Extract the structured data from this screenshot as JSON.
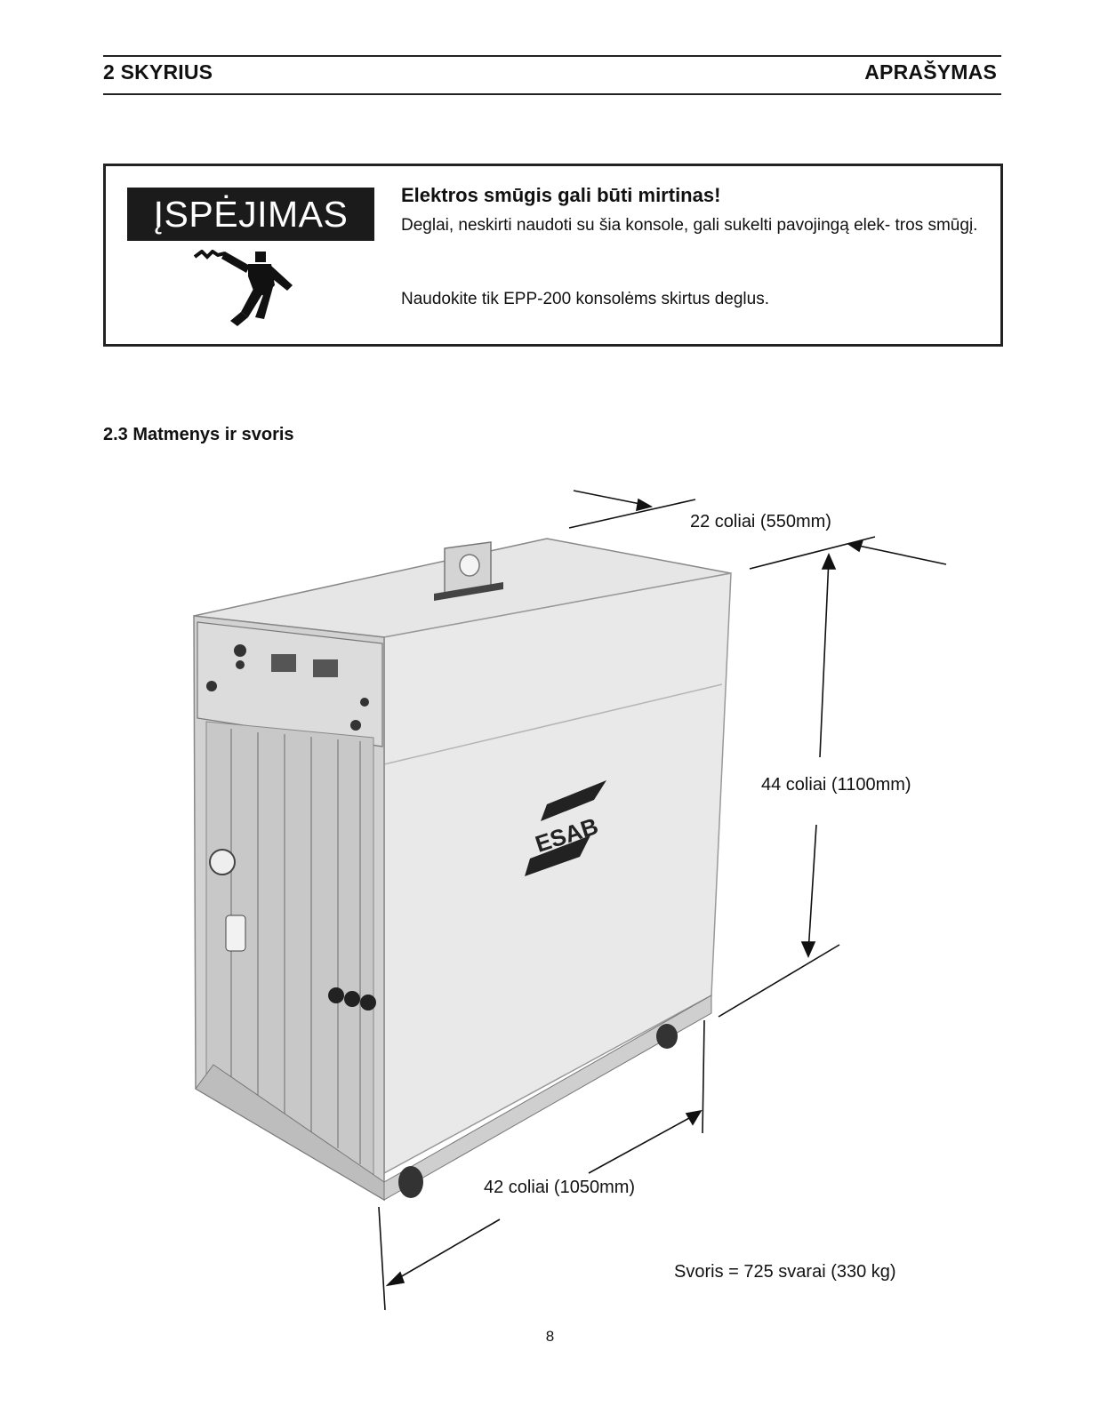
{
  "header": {
    "chapter": "2 SKYRIUS",
    "section": "APRAŠYMAS"
  },
  "warning": {
    "label": "ĮSPĖJIMAS",
    "icon": "electric-shock-icon",
    "title": "Elektros smūgis gali būti mirtinas!",
    "body": "Deglai, neskirti naudoti su šia konsole, gali sukelti pavojingą elek- tros smūgį.",
    "instruction": "Naudokite tik EPP-200 konsolėms skirtus deglus."
  },
  "section": {
    "heading": "2.3 Matmenys ir svoris"
  },
  "figure": {
    "brand": "ESAB",
    "width_label": "22 coliai (550mm)",
    "height_label": "44 coliai (1100mm)",
    "depth_label": "42 coliai (1050mm)",
    "weight_label": "Svoris = 725 svarai (330 kg)"
  },
  "page_number": "8"
}
